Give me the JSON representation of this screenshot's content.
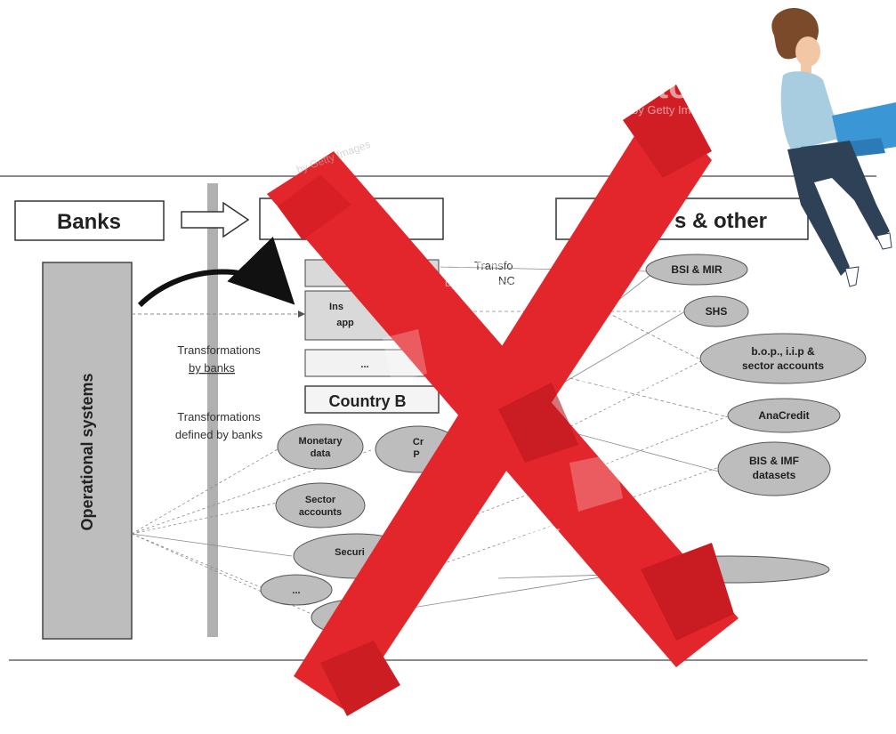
{
  "diagram": {
    "banks_label": "Banks",
    "country_b_label": "Country B",
    "right_header_label": "s & other",
    "ellipsis": "...",
    "operational_systems": "Operational systems",
    "transformations_by_banks_1": "Transformations",
    "transformations_by_banks_2": "by banks",
    "transformations_defined_1": "Transformations",
    "transformations_defined_2": "defined by banks",
    "partial_ins_1": "Ins",
    "partial_ins_2": "app",
    "partial_transfo_1": "Transfo",
    "partial_transfo_2": "NC",
    "left_ovals": {
      "monetary_1": "Monetary",
      "monetary_2": "data",
      "cr_1": "Cr",
      "cr_2": "P",
      "sector_1": "Sector",
      "sector_2": "accounts",
      "secur": "Securi",
      "dots": "..."
    },
    "right_ovals": {
      "bsi_mir": "BSI & MIR",
      "shs": "SHS",
      "bop_1": "b.o.p., i.i.p &",
      "bop_2": "sector accounts",
      "anacredit": "AnaCredit",
      "bis_1": "BIS & IMF",
      "bis_2": "datasets"
    }
  },
  "watermark": {
    "brand": "iStock",
    "tagline": "by Getty Images"
  },
  "colors": {
    "cross_red": "#e3262b",
    "oval_gray": "#bdbdbd",
    "box_gray": "#d9d9d9",
    "bar_gray": "#b0b0b0",
    "person_shirt": "#a9cde0",
    "person_pants": "#2f4157",
    "person_hair": "#7a4a2a",
    "laptop_blue": "#3b96d6"
  }
}
